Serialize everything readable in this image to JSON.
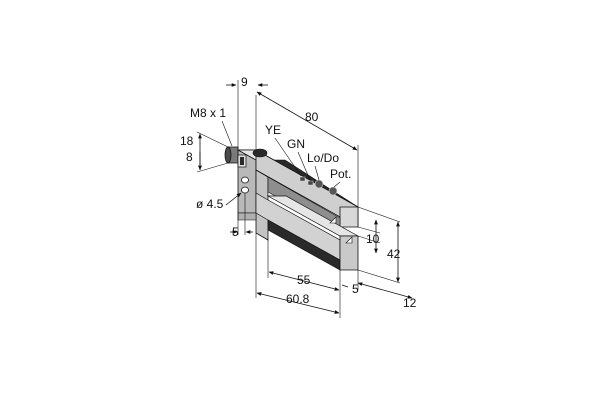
{
  "drawing": {
    "connector_thread": "M8 x 1",
    "led_labels": {
      "yellow": "YE",
      "green": "GN",
      "mode_switch": "Lo/Do",
      "potentiometer": "Pot."
    },
    "dimensions": {
      "connector_offset": "9",
      "total_length": "80",
      "connector_height": "18",
      "connector_depth": "8",
      "hole_diameter": "ø 4.5",
      "hole_edge": "5",
      "slot_width": "10",
      "total_height": "42",
      "slot_depth": "55",
      "body_depth": "60.8",
      "tip_offset": "5",
      "thickness": "12"
    },
    "colors": {
      "body_top": "#e6e6e6",
      "body_front": "#cfcfcf",
      "body_side": "#b9b9b9",
      "black_strip": "#2a2a2a",
      "slot_inner": "#8e8e8e",
      "line": "#111111"
    }
  }
}
